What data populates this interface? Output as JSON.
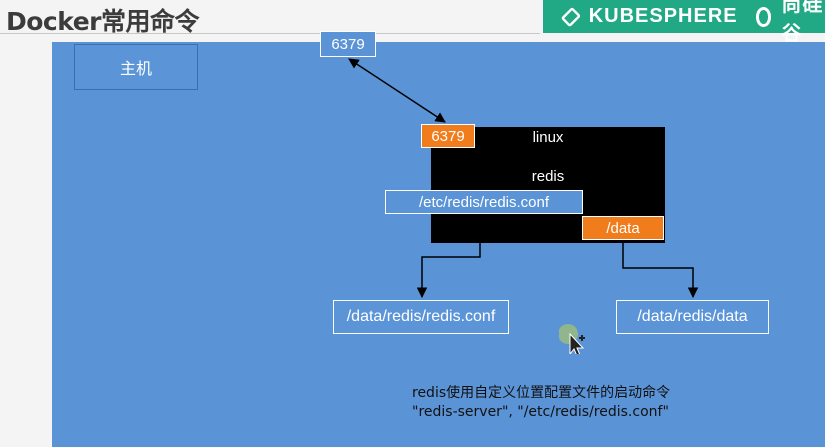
{
  "header": {
    "title": "Docker常用命令",
    "brand": "KUBESPHERE",
    "brand_secondary": "尚硅谷"
  },
  "diagram": {
    "host_label": "主机",
    "host_port": "6379",
    "container_port": "6379",
    "container_os": "linux",
    "container_app": "redis",
    "container_conf_path": "/etc/redis/redis.conf",
    "container_data_path": "/data",
    "host_conf_path": "/data/redis/redis.conf",
    "host_data_path": "/data/redis/data"
  },
  "caption": {
    "line1": "redis使用自定义位置配置文件的启动命令",
    "line2": "\"redis-server\", \"/etc/redis/redis.conf\""
  },
  "colors": {
    "canvas": "#5a93d6",
    "container": "#000000",
    "accent_orange": "#f07c1c",
    "brand_green": "#21a884"
  }
}
